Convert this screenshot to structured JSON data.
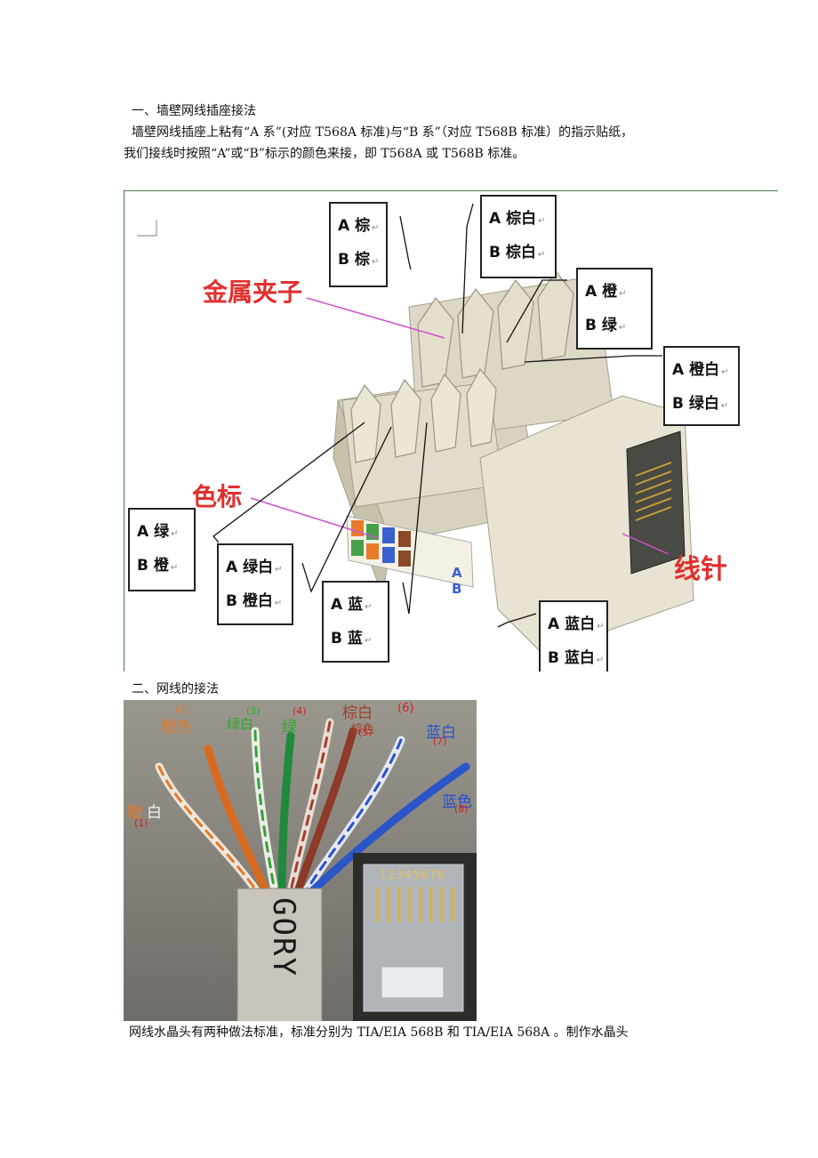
{
  "text": {
    "heading1": "一、墙壁网线插座接法",
    "para1_line1": "墙壁网线插座上粘有“A 系”(对应 T568A 标准)与“B 系”（对应 T568B 标准）的指示贴纸，",
    "para1_line2": "我们接线时按照“A”或“B”标示的颜色来接，即 T568A 或 T568B 标准。",
    "heading2": "二、网线的接法",
    "para2": "网线水晶头有两种做法标准，标准分别为 TIA/EIA 568B  和  TIA/EIA 568A  。制作水晶头"
  },
  "figure1": {
    "labels": {
      "metal_clip": "金属夹子",
      "color_mark": "色标",
      "pin": "线针",
      "para_mark": "↵",
      "sticker_a": "A",
      "sticker_b": "B"
    },
    "boxes": {
      "brown": {
        "a": "A 棕",
        "b": "B 棕"
      },
      "brown_white": {
        "a": "A 棕白",
        "b": "B 棕白"
      },
      "orange": {
        "a": "A 橙",
        "b": "B 绿"
      },
      "orange_white": {
        "a": "A 橙白",
        "b": "B 绿白"
      },
      "green": {
        "a": "A 绿",
        "b": "B 橙"
      },
      "green_white": {
        "a": "A 绿白",
        "b": "B 橙白"
      },
      "blue": {
        "a": "A 蓝",
        "b": "B 蓝"
      },
      "blue_white": {
        "a": "A 蓝白",
        "b": "B 蓝白"
      }
    }
  },
  "figure2": {
    "wires": {
      "w1": {
        "num": "(1)",
        "label_a": "橙",
        "label_b": "白"
      },
      "w2": {
        "num": "(2)",
        "label": "橙色"
      },
      "w3": {
        "num": "(3)",
        "label": "绿白"
      },
      "w4": {
        "num": "(4)",
        "label": "绿"
      },
      "w5": {
        "num": "(5)",
        "label": "棕色"
      },
      "w5top": {
        "label": "棕白"
      },
      "w6": {
        "num": "(6)"
      },
      "w7": {
        "num": "(7)",
        "label": "蓝白"
      },
      "w8": {
        "num": "(8)",
        "label": "蓝色"
      }
    },
    "cable_print": "GORY",
    "pin_numbers": "12345678",
    "colors": {
      "orange": "#e07a2a",
      "green": "#2fa82f",
      "brown": "#a0402a",
      "blue": "#2a4fd0",
      "red": "#d42020"
    }
  }
}
